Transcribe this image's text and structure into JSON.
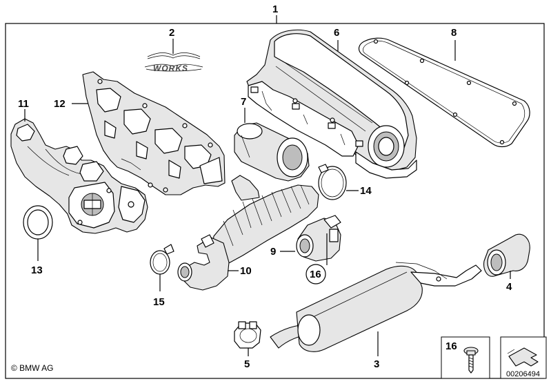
{
  "callouts": {
    "c1": "1",
    "c2": "2",
    "c3": "3",
    "c4": "4",
    "c5": "5",
    "c6": "6",
    "c7": "7",
    "c8": "8",
    "c9": "9",
    "c10": "10",
    "c11": "11",
    "c12": "12",
    "c13": "13",
    "c14": "14",
    "c15": "15",
    "c16": "16",
    "c16_legend": "16"
  },
  "logo": {
    "text": "WORKS"
  },
  "footer": {
    "copyright": "© BMW AG",
    "image_number": "00206494"
  },
  "colors": {
    "line": "#000000",
    "shade": "#e6e6e6",
    "background": "#ffffff"
  }
}
